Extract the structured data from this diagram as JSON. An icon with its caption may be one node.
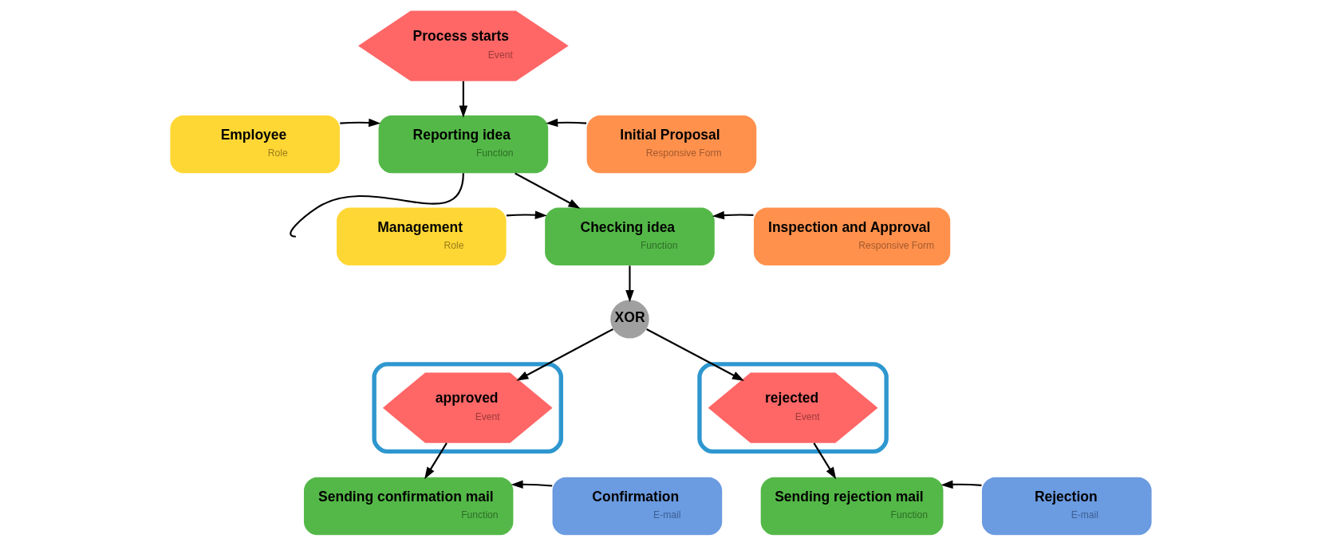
{
  "diagram": {
    "nodes": [
      {
        "text": [
          "Process starts",
          "Event"
        ]
      },
      {
        "text": [
          "Employee",
          "Role"
        ]
      },
      {
        "text": [
          "Reporting idea",
          "Function"
        ]
      },
      {
        "text": [
          "Initial Proposal",
          "Responsive Form"
        ]
      },
      {
        "text": [
          "Management",
          "Role"
        ]
      },
      {
        "text": [
          "Checking idea",
          "Function"
        ]
      },
      {
        "text": [
          "Inspection and Approval",
          "Responsive Form"
        ]
      },
      {
        "text": [
          "XOR"
        ]
      },
      {
        "text": [],
        "shape": "ellipse"
      },
      {
        "text": [
          "approved",
          "Event"
        ],
        "in": 8
      },
      {
        "text": [],
        "shape": "ellipse"
      },
      {
        "text": [
          "rejected",
          "Event"
        ],
        "in": 10
      },
      {
        "text": [
          "Sending confirmation mail",
          "Function"
        ]
      },
      {
        "text": [
          "Confirmation",
          "E-mail"
        ]
      },
      {
        "text": [
          "Sending rejection mail",
          "Function"
        ]
      },
      {
        "text": [
          "Rejection",
          "E-mail"
        ]
      }
    ],
    "edges": [
      {
        "from": 0,
        "to": 2,
        "arrow": "to"
      },
      {
        "from": 1,
        "to": 2,
        "arrow": "to"
      },
      {
        "from": 3,
        "to": 2,
        "arrow": "to"
      },
      {
        "from": 2,
        "to": 5,
        "arrow": "to"
      },
      {
        "from": 2,
        "to": null,
        "arrow": "none"
      },
      {
        "from": 4,
        "to": 5,
        "arrow": "to"
      },
      {
        "from": 6,
        "to": 5,
        "arrow": "to"
      },
      {
        "from": 5,
        "to": 7,
        "arrow": "to"
      },
      {
        "from": 7,
        "to": 9,
        "arrow": "to"
      },
      {
        "from": 7,
        "to": 11,
        "arrow": "to"
      },
      {
        "from": 9,
        "to": 12,
        "arrow": "to"
      },
      {
        "from": 13,
        "to": 12,
        "arrow": "to"
      },
      {
        "from": 11,
        "to": 14,
        "arrow": "to"
      },
      {
        "from": 15,
        "to": 14,
        "arrow": "to"
      }
    ]
  }
}
